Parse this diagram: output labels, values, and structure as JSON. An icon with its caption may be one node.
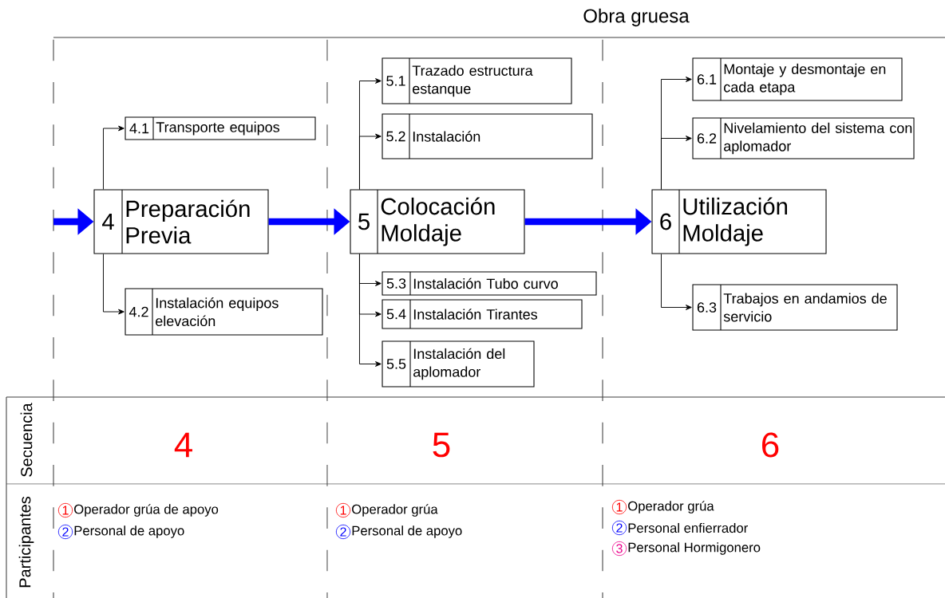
{
  "diagram": {
    "title": "Obra gruesa",
    "nodes": [
      {
        "text": [
          "4",
          "Preparación Previa"
        ]
      },
      {
        "text": [
          "4.1",
          "Transporte equipos"
        ]
      },
      {
        "text": [
          "4.2",
          "Instalación equipos elevación"
        ]
      },
      {
        "text": [
          "5",
          "Colocación Moldaje"
        ]
      },
      {
        "text": [
          "5.1",
          "Trazado estructura estanque"
        ]
      },
      {
        "text": [
          "5.2",
          "Instalación"
        ]
      },
      {
        "text": [
          "5.3",
          "Instalación Tubo curvo"
        ]
      },
      {
        "text": [
          "5.4",
          "Instalación Tirantes"
        ]
      },
      {
        "text": [
          "5.5",
          "Instalación del aplomador"
        ]
      },
      {
        "text": [
          "6",
          "Utilización Moldaje"
        ]
      },
      {
        "text": [
          "6.1",
          "Montaje y desmontaje en cada etapa"
        ]
      },
      {
        "text": [
          "6.2",
          "Nivelamiento del sistema con aplomador"
        ]
      },
      {
        "text": [
          "6.3",
          "Trabajos en andamios de servicio"
        ]
      },
      {
        "text": [
          "1"
        ],
        "beside": [
          "Operador grúa de apoyo"
        ]
      },
      {
        "text": [
          "2"
        ],
        "beside": [
          "Personal de apoyo"
        ]
      },
      {
        "text": [
          "1"
        ],
        "beside": [
          "Operador grúa"
        ]
      },
      {
        "text": [
          "2"
        ],
        "beside": [
          "Personal de apoyo"
        ]
      },
      {
        "text": [
          "1"
        ],
        "beside": [
          "Operador grúa"
        ]
      },
      {
        "text": [
          "2"
        ],
        "beside": [
          "Personal enfierrador"
        ]
      },
      {
        "text": [
          "3"
        ],
        "beside": [
          "Personal Hormigonero"
        ]
      }
    ],
    "edges": [
      {
        "from": null,
        "to": 0,
        "arrow": "to",
        "style": "thick",
        "color": "#0000ff"
      },
      {
        "from": 0,
        "to": 3,
        "arrow": "to",
        "style": "thick",
        "color": "#0000ff"
      },
      {
        "from": 3,
        "to": 9,
        "arrow": "to",
        "style": "thick",
        "color": "#0000ff"
      },
      {
        "from": 0,
        "to": 1,
        "arrow": "to"
      },
      {
        "from": 0,
        "to": 2,
        "arrow": "to"
      },
      {
        "from": 3,
        "to": 4,
        "arrow": "to"
      },
      {
        "from": 3,
        "to": 5,
        "arrow": "to"
      },
      {
        "from": 3,
        "to": 6,
        "arrow": "to"
      },
      {
        "from": 3,
        "to": 7,
        "arrow": "to"
      },
      {
        "from": 3,
        "to": 8,
        "arrow": "to"
      },
      {
        "from": 9,
        "to": 10,
        "arrow": "to"
      },
      {
        "from": 9,
        "to": 11,
        "arrow": "to"
      },
      {
        "from": 9,
        "to": 12,
        "arrow": "to"
      }
    ],
    "labels": [
      "Secuencia",
      "Participantes",
      "4",
      "5",
      "6"
    ]
  }
}
